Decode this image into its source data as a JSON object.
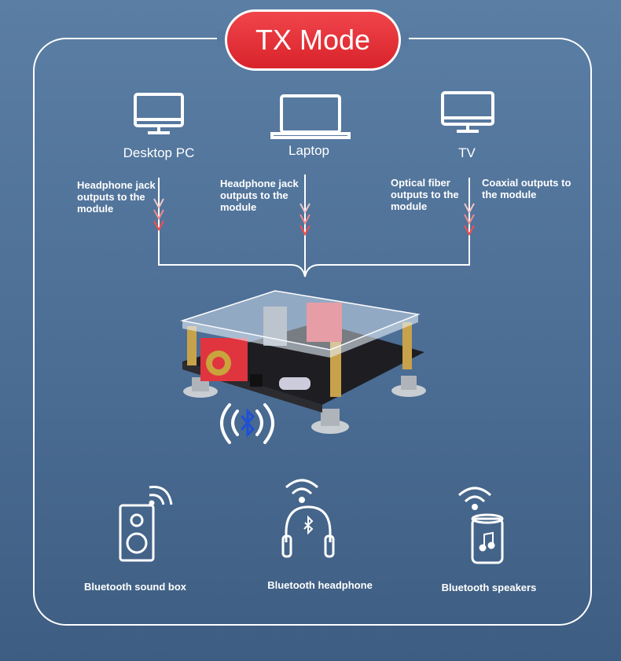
{
  "title": "TX Mode",
  "sources": [
    {
      "label": "Desktop PC",
      "icon": "desktop-monitor-icon"
    },
    {
      "label": "Laptop",
      "icon": "laptop-icon"
    },
    {
      "label": "TV",
      "icon": "tv-icon"
    }
  ],
  "notes": [
    "Headphone jack outputs to the module",
    "Headphone jack outputs to the module",
    "Optical fiber outputs to the module",
    "Coaxial outputs to the module"
  ],
  "outputs": [
    {
      "label": "Bluetooth sound box",
      "icon": "sound-box-icon"
    },
    {
      "label": "Bluetooth headphone",
      "icon": "headphone-icon"
    },
    {
      "label": "Bluetooth speakers",
      "icon": "speaker-icon"
    }
  ],
  "colors": {
    "accent": "#e1262d",
    "bluetooth": "#1f4fd6",
    "arrow": "#ff4a4a"
  }
}
